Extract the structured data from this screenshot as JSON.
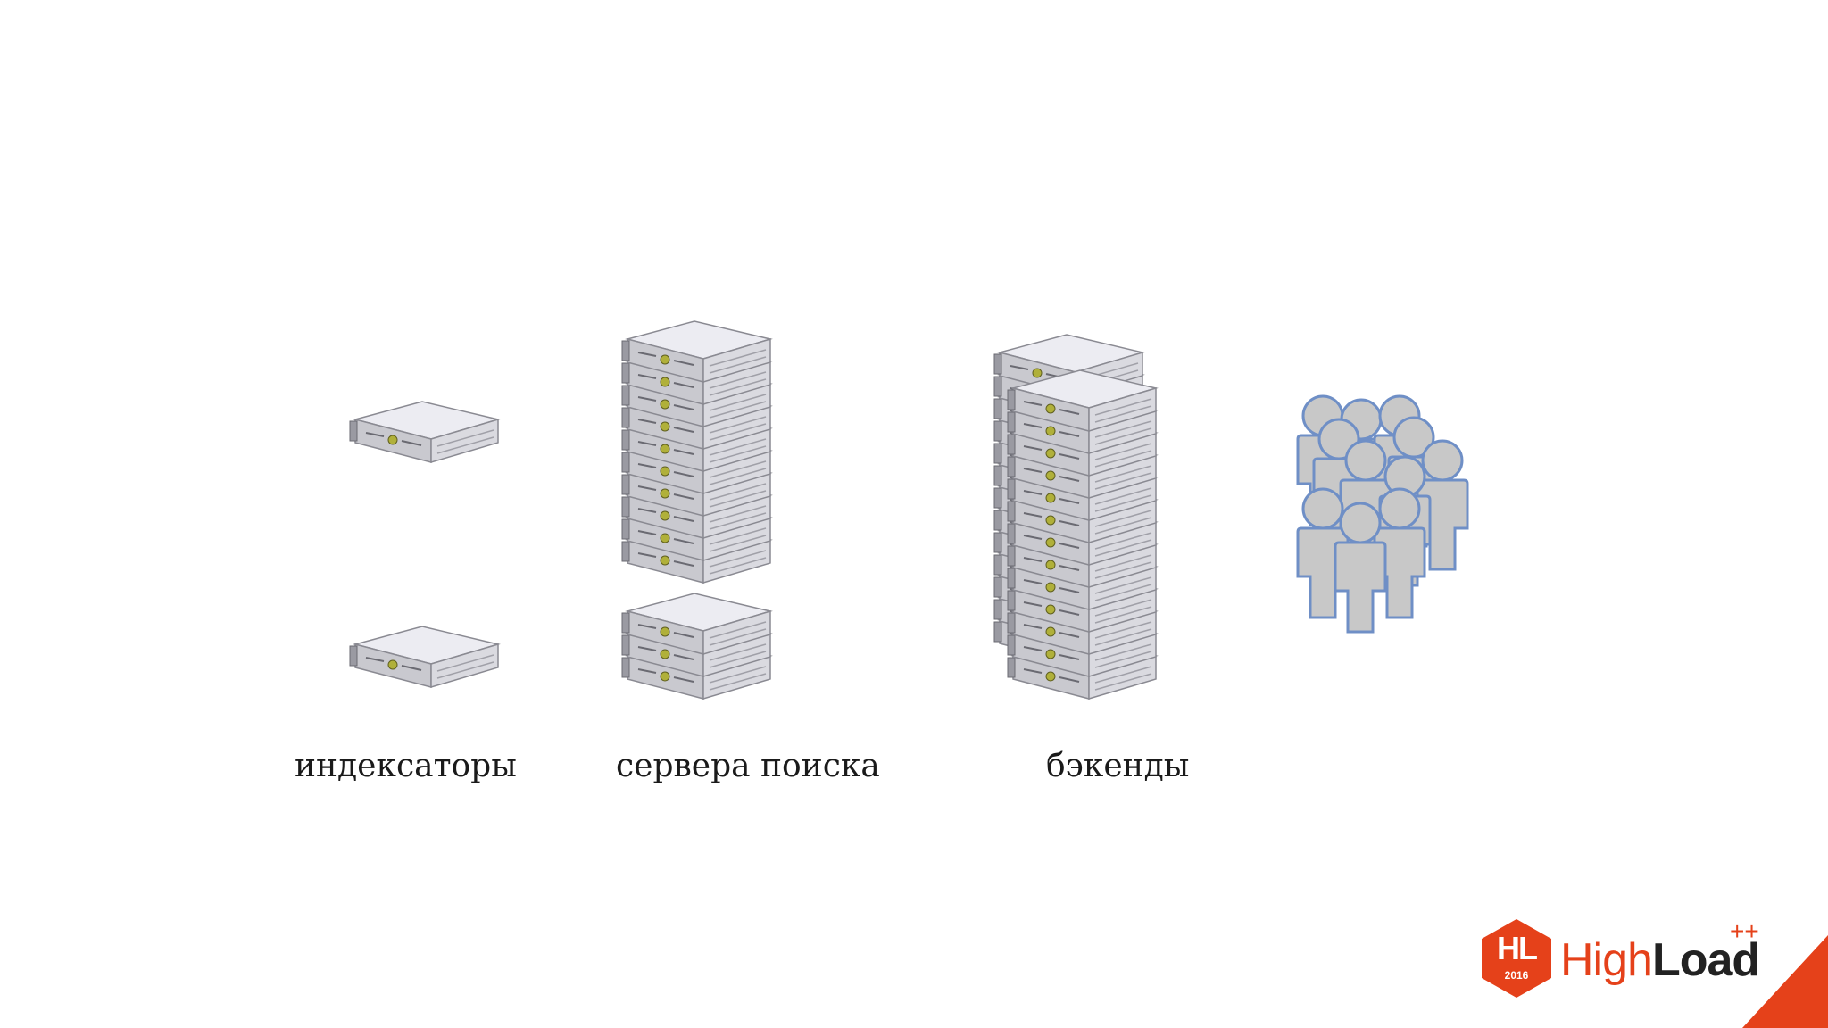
{
  "labels": {
    "indexers": "индексаторы",
    "search_servers": "сервера поиска",
    "backends": "бэкенды"
  },
  "logo": {
    "hex_letters": "HL",
    "year": "2016",
    "word_light": "High",
    "word_bold": "Load",
    "superscript": "++"
  },
  "colors": {
    "accent": "#e5411a",
    "server_top": "#e8e8ee",
    "server_front": "#d4d4da",
    "server_edge": "#8a8a92",
    "user_fill": "#c8c8c8",
    "user_stroke": "#6f8fc6"
  },
  "icons": {
    "server": "server-rack-icon",
    "users": "users-group-icon"
  }
}
